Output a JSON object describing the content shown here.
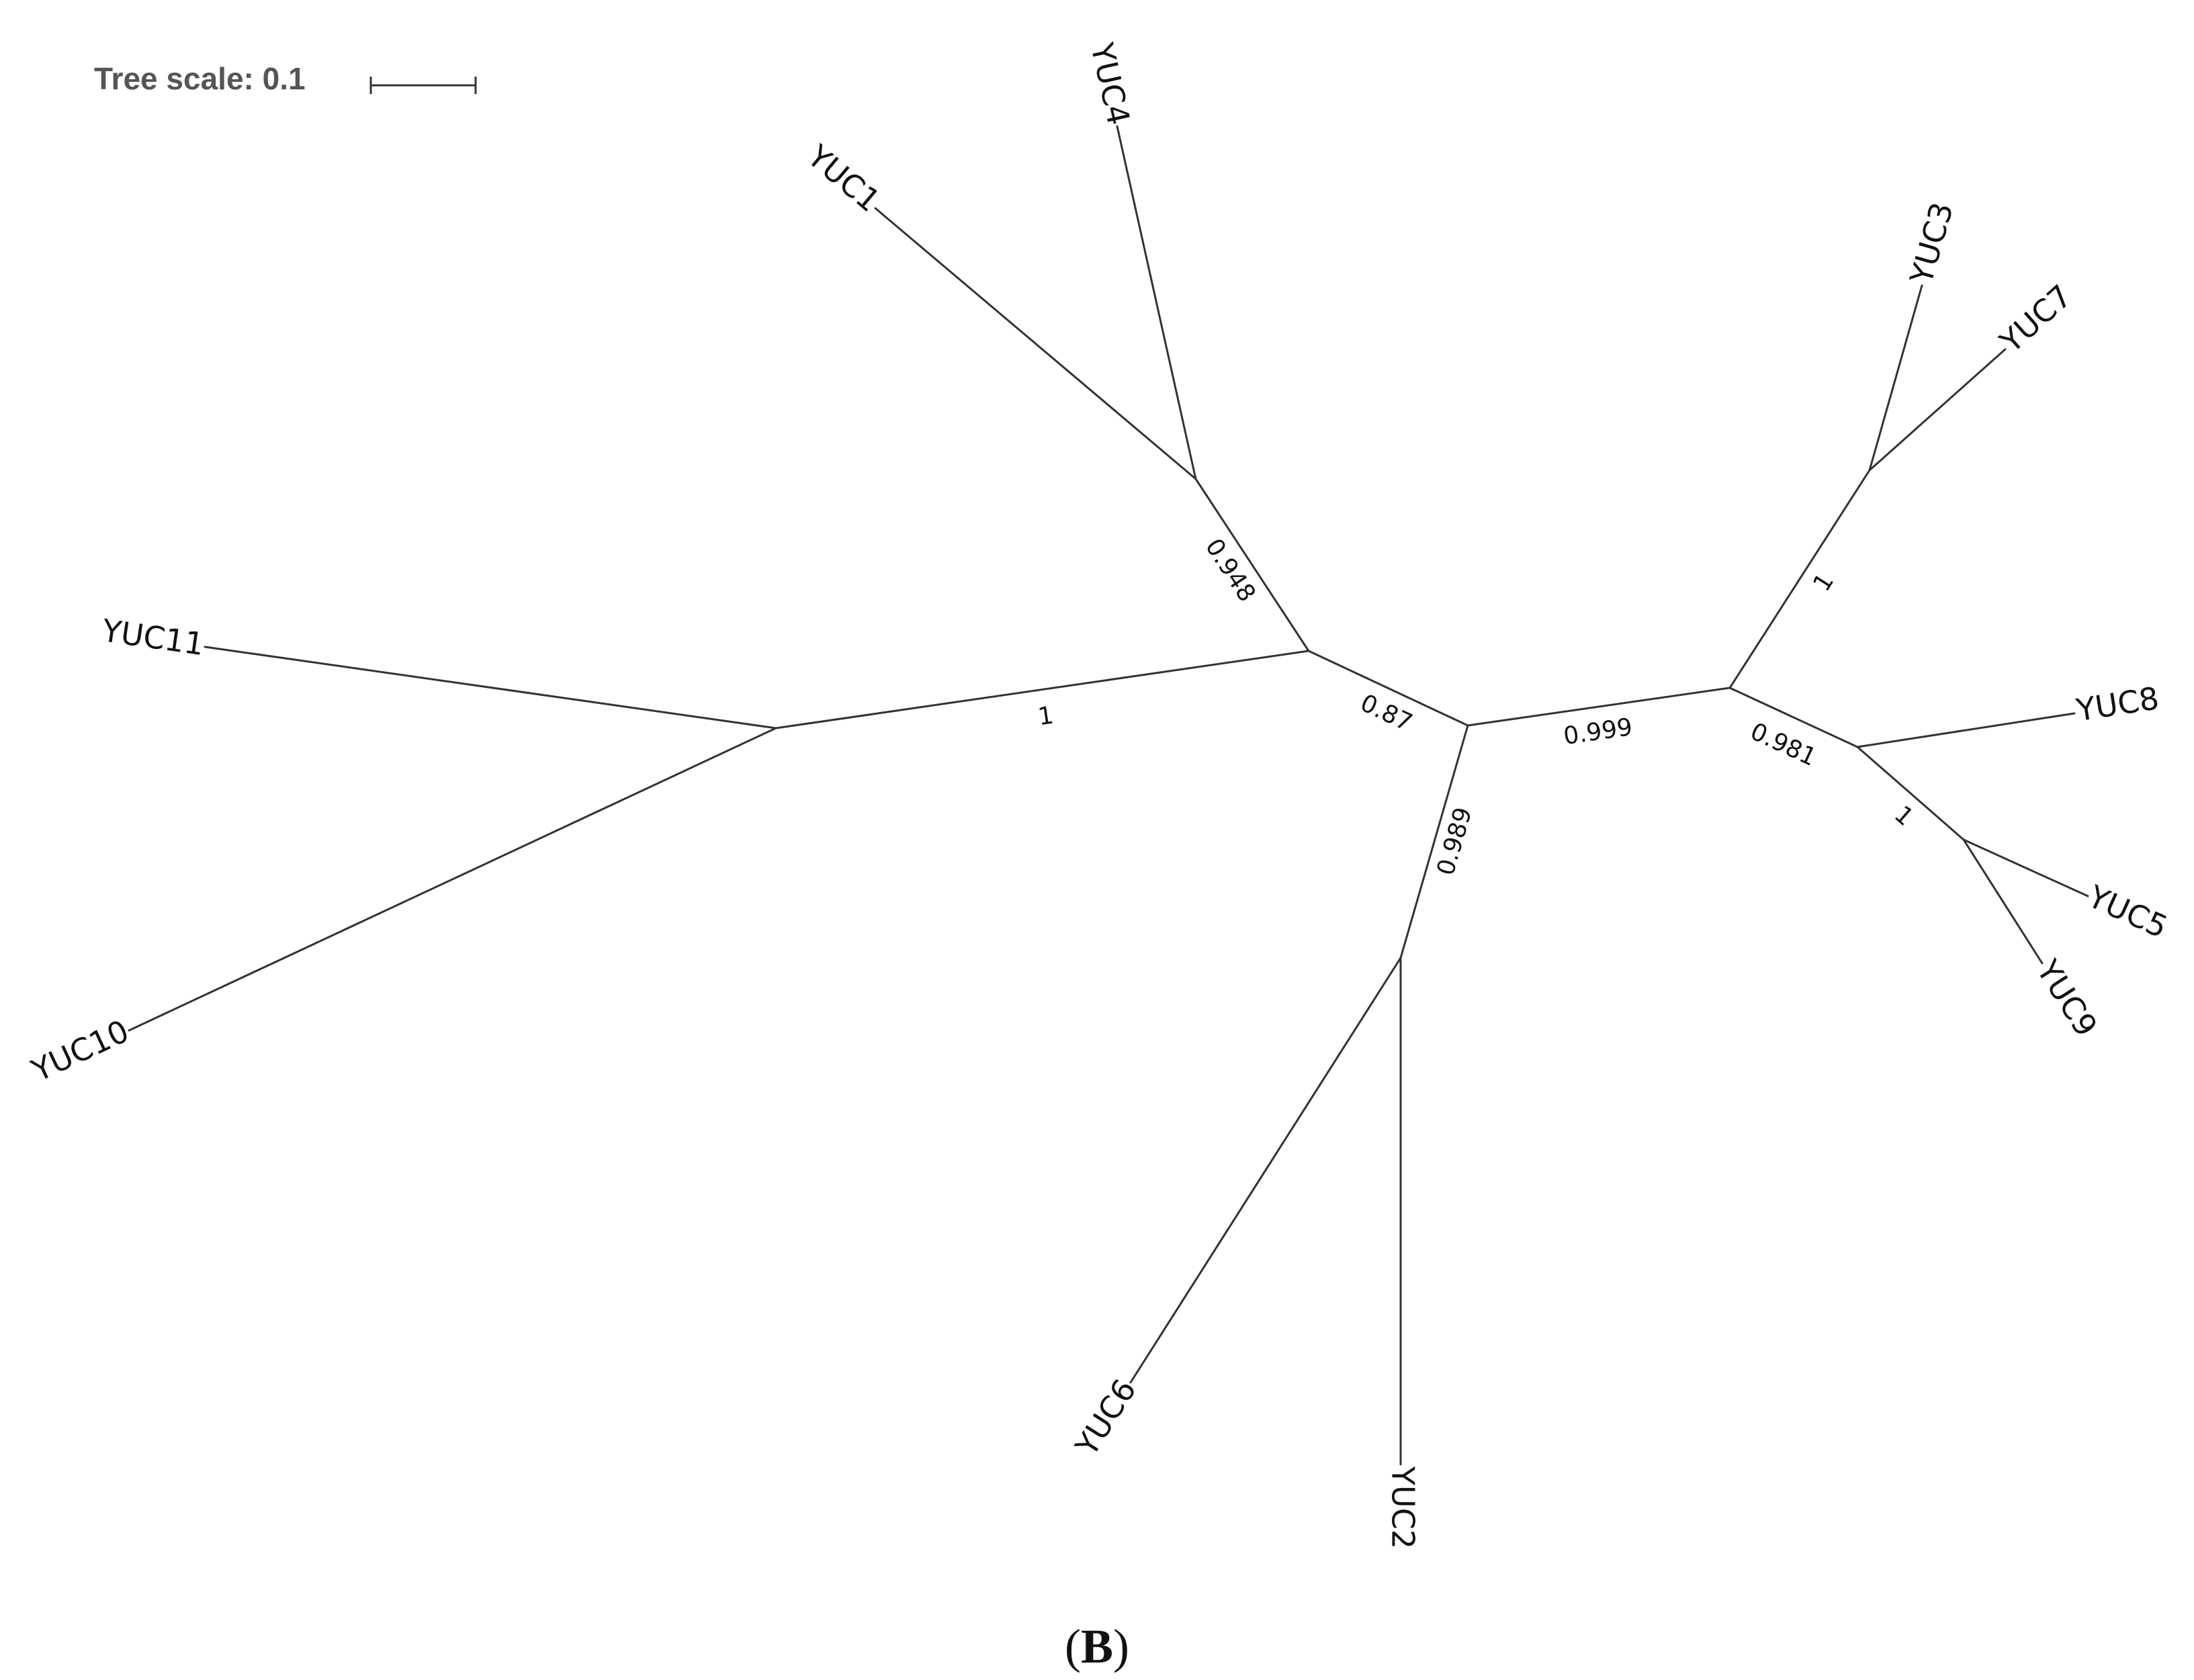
{
  "tree_scale": {
    "label": "Tree scale: 0.1"
  },
  "leaves": [
    "YUC1",
    "YUC2",
    "YUC3",
    "YUC4",
    "YUC5",
    "YUC6",
    "YUC7",
    "YUC8",
    "YUC9",
    "YUC10",
    "YUC11"
  ],
  "support_values": [
    "0.948",
    "1",
    "0.87",
    "0.999",
    "1",
    "0.981",
    "1",
    "0.989"
  ],
  "panel": {
    "label_open": "(",
    "label_letter": "B",
    "label_close": ")"
  },
  "colors": {
    "branch": "#333333",
    "text": "#111111",
    "scale_text": "#555555"
  }
}
